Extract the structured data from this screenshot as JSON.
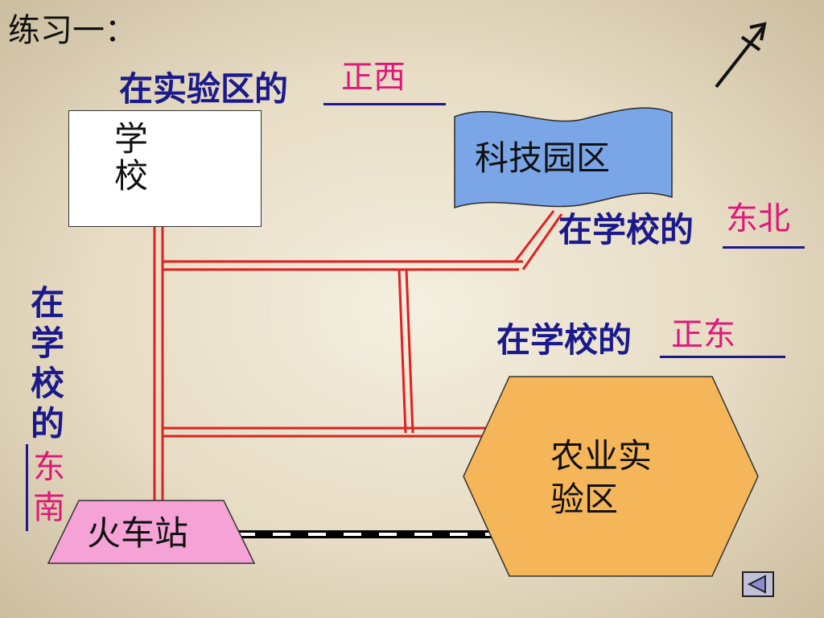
{
  "title": "练习一：",
  "questions": {
    "q1": {
      "prefix": "在实验区的",
      "answer": "正西"
    },
    "q2": {
      "prefix": "在学校的",
      "answer": "东北"
    },
    "q3": {
      "prefix": "在学校的",
      "answer": "正东"
    },
    "q4": {
      "prefix_chars": [
        "在",
        "学",
        "校",
        "的"
      ],
      "answer_chars": [
        "东",
        "南"
      ]
    }
  },
  "places": {
    "school": "学校",
    "school_line1": "学",
    "school_line2": "校",
    "tech_park": "科技园区",
    "farm_line1": "农业实",
    "farm_line2": "验区",
    "station": "火车站"
  },
  "colors": {
    "road": "#e02020",
    "question_text": "#1a1a8c",
    "answer_text": "#e0177a",
    "tech_park_fill": "#7aa6e8",
    "farm_fill": "#f5b659",
    "station_fill": "#f5a3d6",
    "school_marker": "#00c08a"
  },
  "icons": {
    "north_arrow": "north-arrow-icon",
    "back": "back-triangle-icon"
  }
}
